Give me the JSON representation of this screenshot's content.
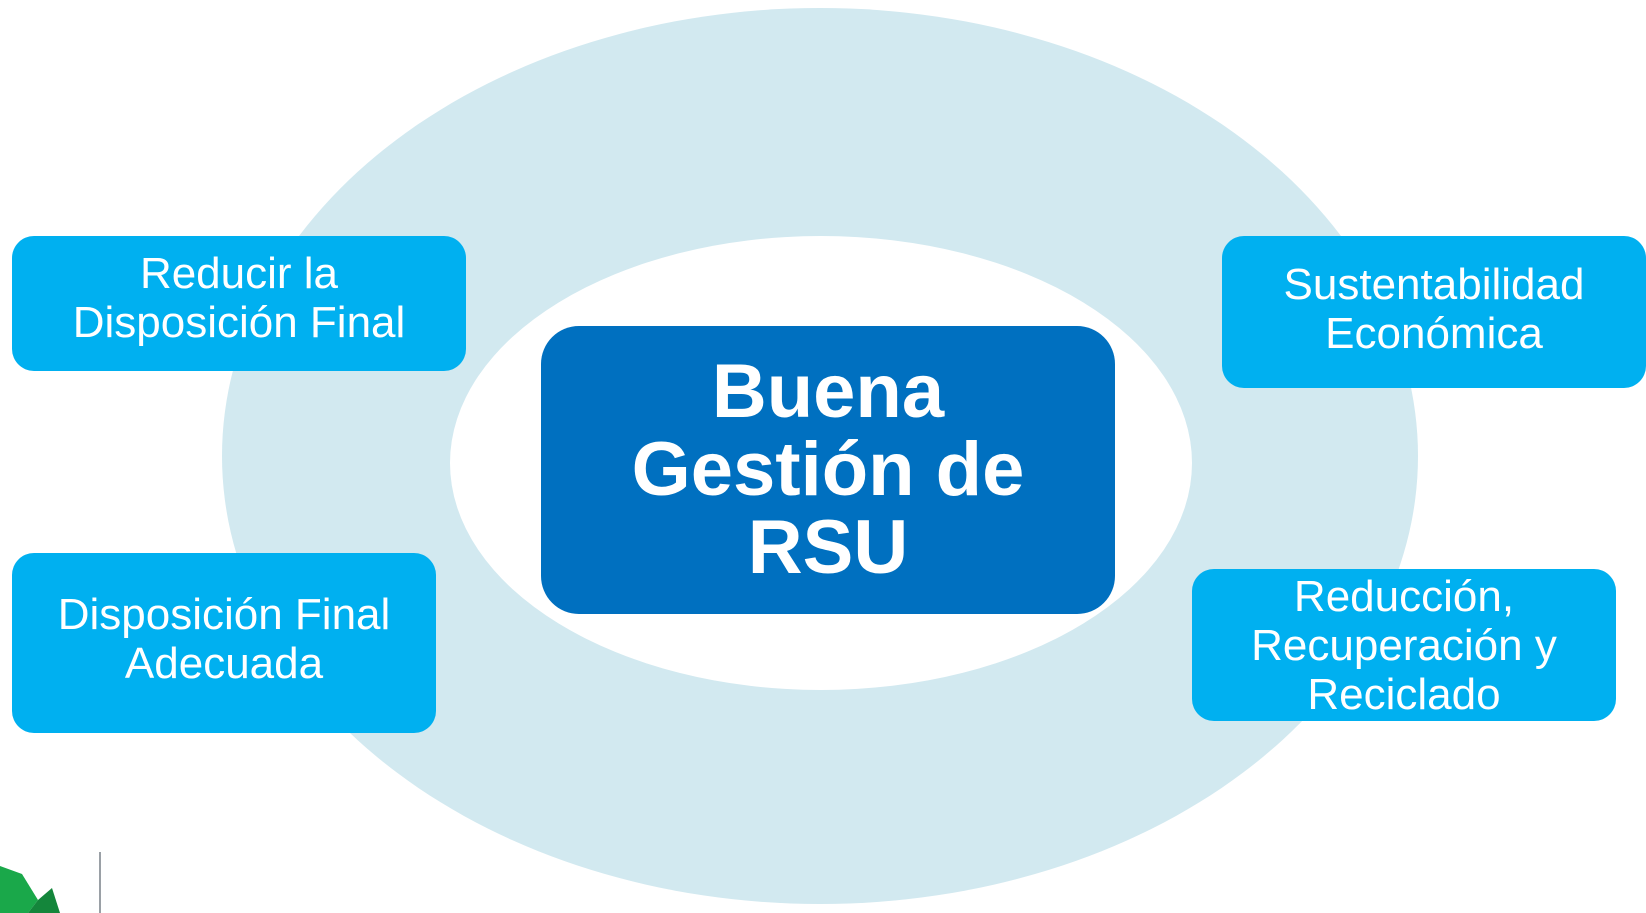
{
  "diagram": {
    "center": {
      "label": "Buena\nGestión de\nRSU"
    },
    "nodes": {
      "reducir": "Reducir la\nDisposición Final",
      "sustentabilidad": "Sustentabilidad\nEconómica",
      "disposicion": "Disposición Final\nAdecuada",
      "reduccion": "Reducción,\nRecuperación y\nReciclado"
    }
  },
  "colors": {
    "ring": "#d2e9f0",
    "center_fill": "#0070c0",
    "node_fill": "#00b0f0",
    "logo_green": "#1aa84a"
  },
  "icons": {
    "logo": "green-check-logo-icon"
  }
}
